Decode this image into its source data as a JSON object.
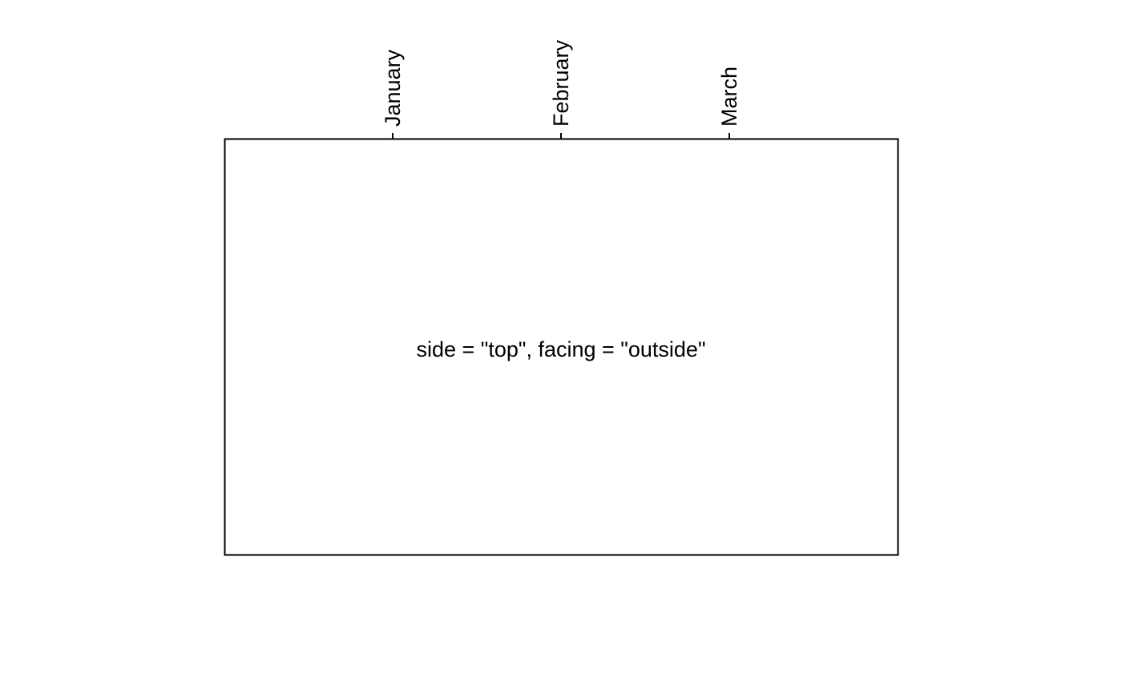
{
  "chart_data": {
    "type": "axis",
    "axis": {
      "side": "top",
      "facing": "outside",
      "categories": [
        "January",
        "February",
        "March"
      ]
    },
    "annotation": "side = \"top\", facing = \"outside\"",
    "grid": false
  }
}
